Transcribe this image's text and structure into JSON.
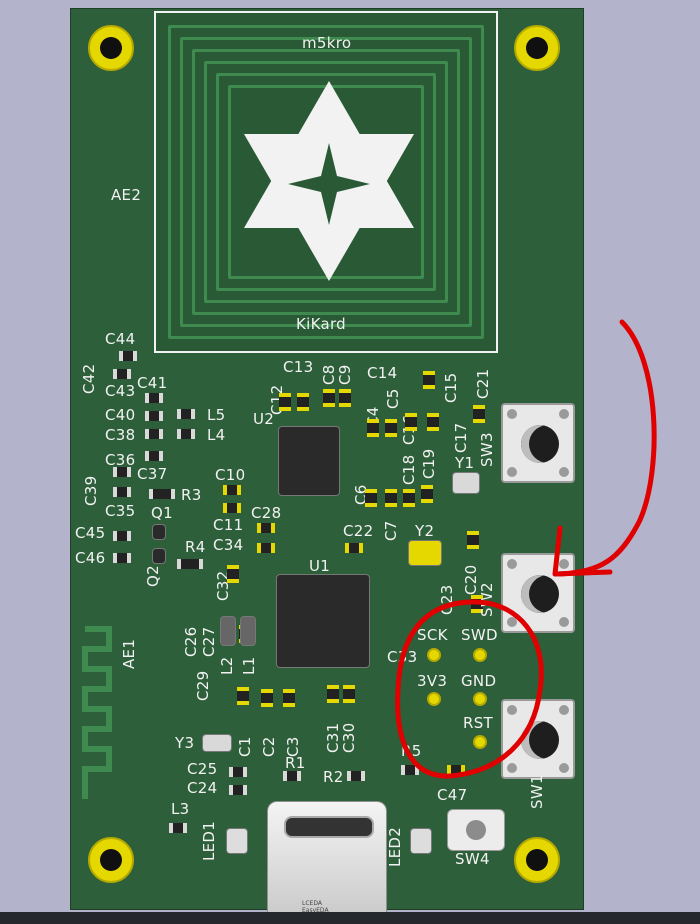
{
  "antenna": {
    "top_label": "m5kro",
    "bottom_label": "KiKard",
    "side_label": "AE2"
  },
  "silkscreen": {
    "caps_left": [
      "C44",
      "C42",
      "C43",
      "C41",
      "C40",
      "C38",
      "C36",
      "C39",
      "C37",
      "C35",
      "C45",
      "C46"
    ],
    "inductors": [
      "L5",
      "L4",
      "L3",
      "L1",
      "L2"
    ],
    "resistors": [
      "R3",
      "R4",
      "R1",
      "R2",
      "R5"
    ],
    "transistors": [
      "Q1",
      "Q2"
    ],
    "caps_center": [
      "C13",
      "C12",
      "C8",
      "C9",
      "C14",
      "C5",
      "C15",
      "C4",
      "C16",
      "C17",
      "C21",
      "C18",
      "C19",
      "C6",
      "C7",
      "C10",
      "C11",
      "C28",
      "C34",
      "C22",
      "C32",
      "C20",
      "C23",
      "C26",
      "C27",
      "C29",
      "C33",
      "C1",
      "C2",
      "C3",
      "C31",
      "C30",
      "C25",
      "C24",
      "C47"
    ],
    "ics": [
      "U2",
      "U1"
    ],
    "crystals": [
      "Y1",
      "Y2",
      "Y3"
    ],
    "switches": [
      "SW3",
      "SW2",
      "SW1",
      "SW4"
    ],
    "leds": [
      "LED1",
      "LED2"
    ],
    "ae1": "AE1"
  },
  "debug_header": {
    "pads": [
      "SCK",
      "SWD",
      "3V3",
      "GND",
      "RST"
    ]
  },
  "usb": {
    "logo_line1": "LCEDA",
    "logo_line2": "EasyEDA"
  },
  "annotations": {
    "highlight_color": "#e00000",
    "board_color": "#2d5f3a",
    "silk_color": "#f2f2f2",
    "pad_color": "#e4d800"
  }
}
